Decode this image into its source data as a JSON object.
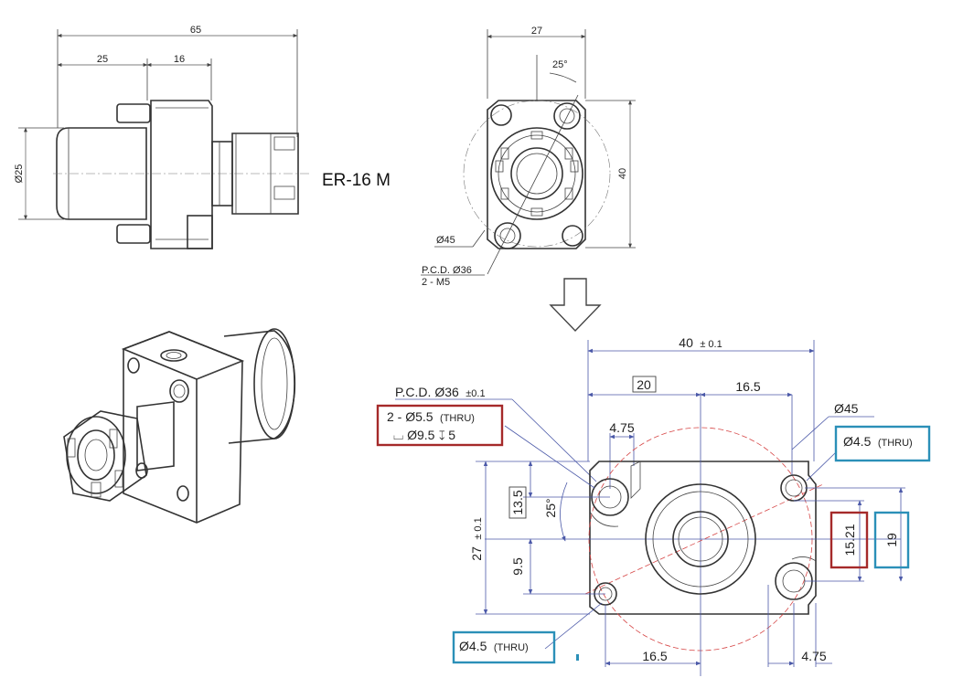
{
  "colors": {
    "red_box": "#a52a2a",
    "blue_box": "#2b90b8",
    "dimension_line": "#4b59a8",
    "pcd_circle": "#d64545",
    "ink": "#333333"
  },
  "side_view": {
    "dim_overall": "65",
    "dim_left": "25",
    "dim_mid": "16",
    "dim_dia": "Ø25",
    "collet_label": "ER-16 M"
  },
  "front_view": {
    "dim_width": "27",
    "dim_height": "40",
    "angle": "25°",
    "dia_45": "Ø45",
    "pcd": "P.C.D. Ø36",
    "thread": "2 - M5"
  },
  "detail": {
    "width_main": "40",
    "width_tol": "± 0.1",
    "dim_20": "20",
    "dim_16_5_top": "16.5",
    "pcd_main": "P.C.D. Ø36",
    "pcd_tol": "±0.1",
    "dia_45": "Ø45",
    "dim_4_75_top": "4.75",
    "height_main": "27",
    "height_tol": "± 0.1",
    "dim_13_5": "13.5",
    "angle": "25°",
    "dim_9_5": "9.5",
    "dim_16_5_bottom": "16.5",
    "dim_4_75_bottom": "4.75",
    "red_box_left_line1": "2 - Ø5.5",
    "red_box_left_line1_suffix": "(THRU)",
    "red_box_left_line2": "⌴ Ø9.5 ↧ 5",
    "blue_box_top_right": "Ø4.5",
    "blue_box_top_right_suffix": "(THRU)",
    "blue_box_bottom_left": "Ø4.5",
    "blue_box_bottom_left_suffix": "(THRU)",
    "red_box_right": "15.21",
    "blue_box_right": "19"
  }
}
